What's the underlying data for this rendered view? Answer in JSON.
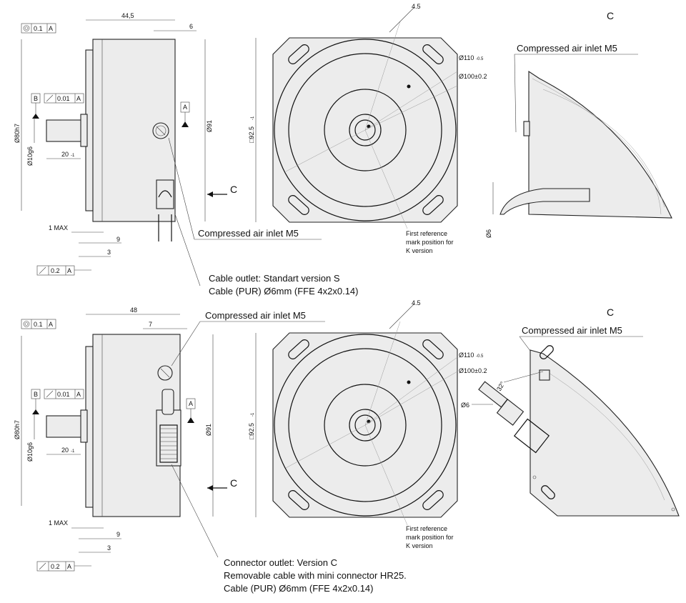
{
  "labels": {
    "dim_44_5": "44,5",
    "dim_48": "48",
    "dim_6": "6",
    "dim_7": "7",
    "dim_4_5": "4.5",
    "dia_80h7": "Ø80h7",
    "dia_10g6": "Ø10g6",
    "dia_91": "Ø91",
    "dim_20": "20",
    "dim_20_tol": "-1",
    "one_max": "1 MAX",
    "dim_9": "9",
    "dim_3": "3",
    "square_92_5": "□92.5",
    "square_92_5_tol": "-1",
    "dia_110": "Ø110",
    "dia_110_tol": "-0.5",
    "dia_100": "Ø100±0.2",
    "dia_6": "Ø6",
    "angle_32": "32°",
    "view_c": "C",
    "arrow_c": "C",
    "datum_a": "A",
    "datum_b": "B",
    "tol_concentric_value": "0.1",
    "tol_runout_value": "0.01",
    "tol_axial_value": "0.2",
    "compressed_air": "Compressed air inlet M5",
    "first_reference": [
      "First reference",
      "mark position for",
      "K version"
    ]
  },
  "captions": {
    "standard_line1": "Cable outlet: Standart version  S",
    "standard_line2": "Cable (PUR) Ø6mm (FFE 4x2x0.14)",
    "connector_line1": "Connector outlet: Version C",
    "connector_line2": "Removable cable with mini connector HR25.",
    "connector_line3": "Cable (PUR) Ø6mm (FFE 4x2x0.14)"
  },
  "colors": {
    "line": "#222222",
    "body_fill": "#ececec",
    "background": "#ffffff"
  }
}
